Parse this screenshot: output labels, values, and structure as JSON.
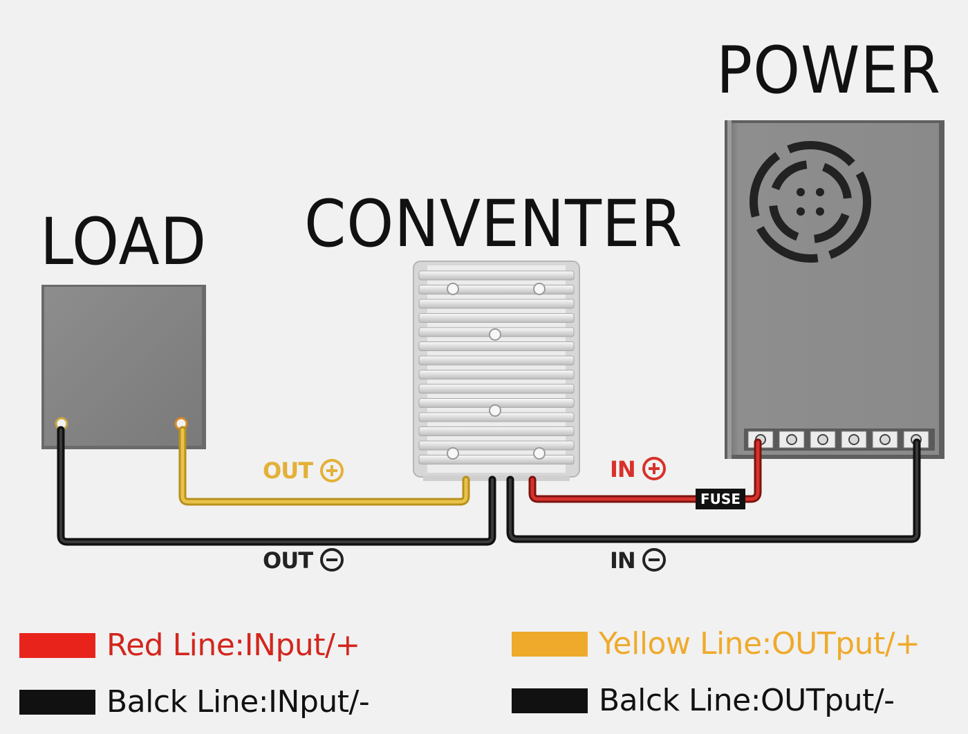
{
  "titles": {
    "load": "LOAD",
    "converter": "CONVENTER",
    "power": "POWER"
  },
  "wire_labels": {
    "out_plus": "OUT",
    "out_minus": "OUT",
    "in_plus": "IN",
    "in_minus": "IN"
  },
  "fuse": "FUSE",
  "legend": [
    {
      "text": "Red Line:INput/+",
      "color": "#e8231b",
      "text_color": "#d2261d"
    },
    {
      "text": "Yellow Line:OUTput/+",
      "color": "#efaa2c",
      "text_color": "#efaa2c"
    },
    {
      "text": "Balck Line:INput/-",
      "color": "#111111",
      "text_color": "#111111"
    },
    {
      "text": "Balck Line:OUTput/-",
      "color": "#111111",
      "text_color": "#111111"
    }
  ],
  "colors": {
    "red_wire": "#c8201c",
    "yellow_wire": "#e3b52a",
    "black_wire": "#1a1a1a",
    "device_gray": "#8a8a8a",
    "heatsink": "#e4e4e4"
  },
  "icons": {
    "plus": "circle-plus-icon",
    "minus": "circle-minus-icon",
    "fan": "fan-grille-icon"
  }
}
